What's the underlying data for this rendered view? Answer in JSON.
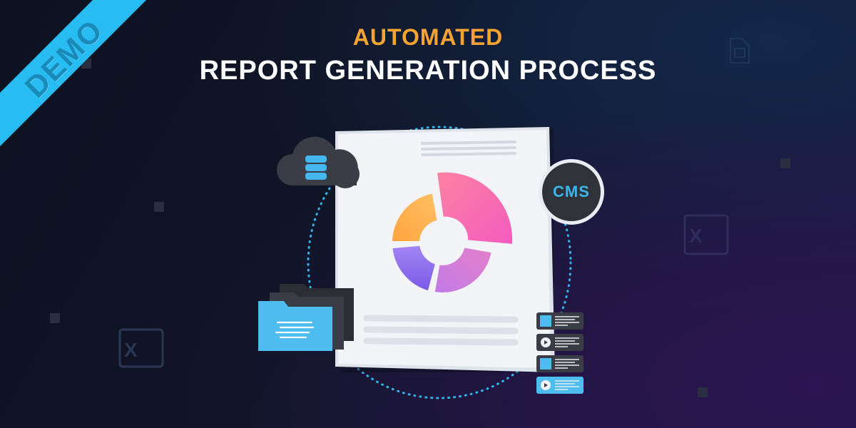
{
  "header": {
    "line1": "AUTOMATED",
    "line2": "REPORT GENERATION PROCESS"
  },
  "ribbon": {
    "label": "DEMO"
  },
  "cms_badge": {
    "label": "CMS"
  },
  "colors": {
    "accent_orange": "#f5a431",
    "accent_blue": "#33bdf2",
    "pink": "#ff6aa5",
    "purple": "#8f6cf0",
    "magenta": "#d77ae6",
    "orange": "#ffb54a"
  }
}
